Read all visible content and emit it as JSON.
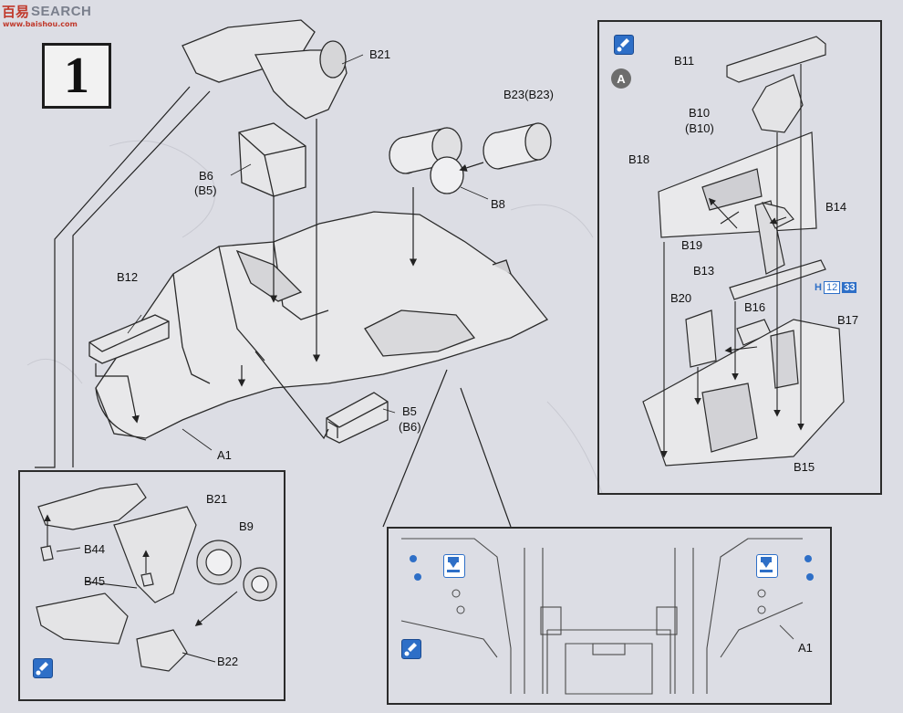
{
  "watermark": {
    "logo_text": "百易",
    "brand": "SEARCH",
    "url": "www.baishou.com"
  },
  "step": {
    "number": "1"
  },
  "colors": {
    "background": "#dcdde4",
    "panel": "#f6f6f6",
    "line": "#2b2b2b",
    "accent_blue": "#2e6fc7",
    "part_fill": "#e3e3e3"
  },
  "main_labels": {
    "b21": "B21",
    "b23": "B23(B23)",
    "b6": "B6",
    "b6_alt": "(B5)",
    "b8": "B8",
    "b12": "B12",
    "b5": "B5",
    "b5_alt": "(B6)",
    "a1": "A1"
  },
  "cockpit_panel": {
    "glue_icon": "glue-drop-icon",
    "option_marker": "A",
    "labels": {
      "b11": "B11",
      "b10": "B10",
      "b10_alt": "(B10)",
      "b18": "B18",
      "b14": "B14",
      "b19": "B19",
      "b13": "B13",
      "b20": "B20",
      "b16": "B16",
      "b17": "B17",
      "b15": "B15"
    },
    "reference": {
      "prefix": "H",
      "num1": "12",
      "num2": "33"
    }
  },
  "detail_panel_left": {
    "glue_icon": "glue-drop-icon",
    "labels": {
      "b21": "B21",
      "b9": "B9",
      "b44": "B44",
      "b45": "B45",
      "b22": "B22"
    }
  },
  "detail_panel_bottom": {
    "glue_icon": "glue-drop-icon",
    "drill_icon": "drill-hole-icon",
    "labels": {
      "a1": "A1"
    }
  }
}
